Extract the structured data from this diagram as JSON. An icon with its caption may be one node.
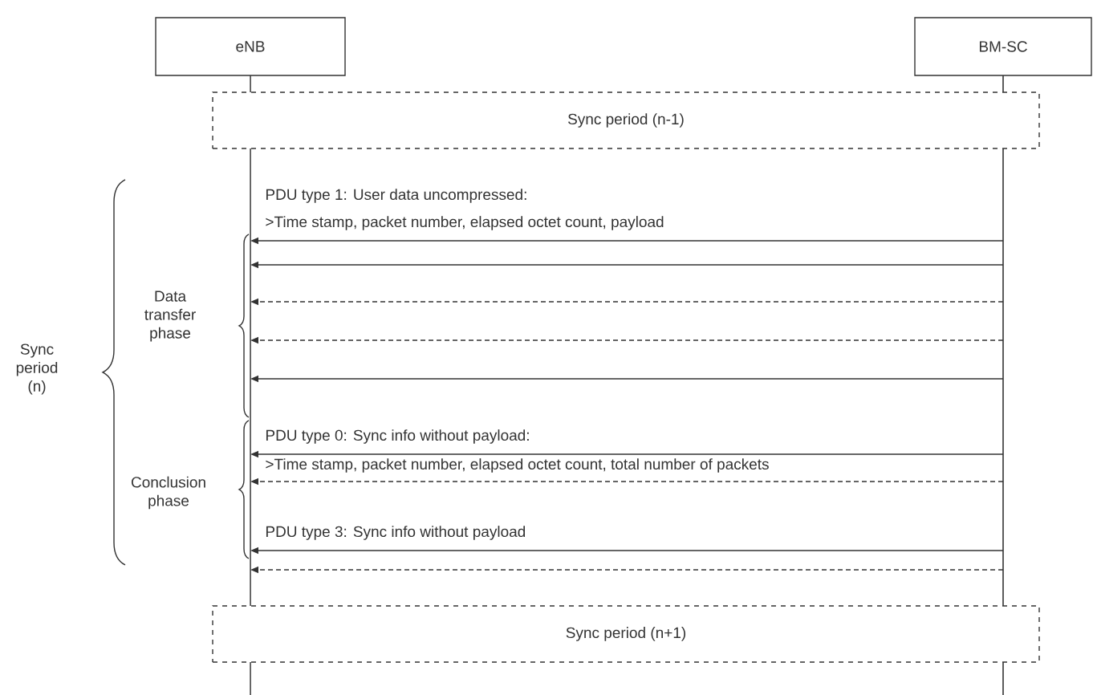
{
  "diagram": {
    "nodes": [
      {
        "text": [
          "eNB"
        ]
      },
      {
        "text": [
          "BM-SC"
        ]
      },
      {
        "text": [
          "Sync period (n-1)"
        ]
      },
      {
        "text": [
          "Sync period (n+1)"
        ]
      }
    ],
    "edges": [
      {
        "from": 1,
        "to": 0,
        "arrow": "to"
      },
      {
        "from": 1,
        "to": 0,
        "arrow": "to"
      },
      {
        "from": 1,
        "to": 0,
        "arrow": "to",
        "style": "dashed"
      },
      {
        "from": 1,
        "to": 0,
        "arrow": "to",
        "style": "dashed"
      },
      {
        "from": 1,
        "to": 0,
        "arrow": "to"
      },
      {
        "from": 1,
        "to": 0,
        "arrow": "to"
      },
      {
        "from": 1,
        "to": 0,
        "arrow": "to",
        "style": "dashed"
      },
      {
        "from": 1,
        "to": 0,
        "arrow": "to"
      },
      {
        "from": 1,
        "to": 0,
        "arrow": "to",
        "style": "dashed"
      }
    ],
    "labels": [
      "PDU type 1: User data uncompressed:",
      ">Time stamp, packet number, elapsed octet count, payload",
      "Sync period (n)",
      "Data transfer phase",
      "PDU type 0: Sync info without payload:",
      ">Time stamp, packet number, elapsed octet count, total number of packets",
      "Conclusion phase",
      "PDU type 3: Sync info without payload"
    ]
  }
}
